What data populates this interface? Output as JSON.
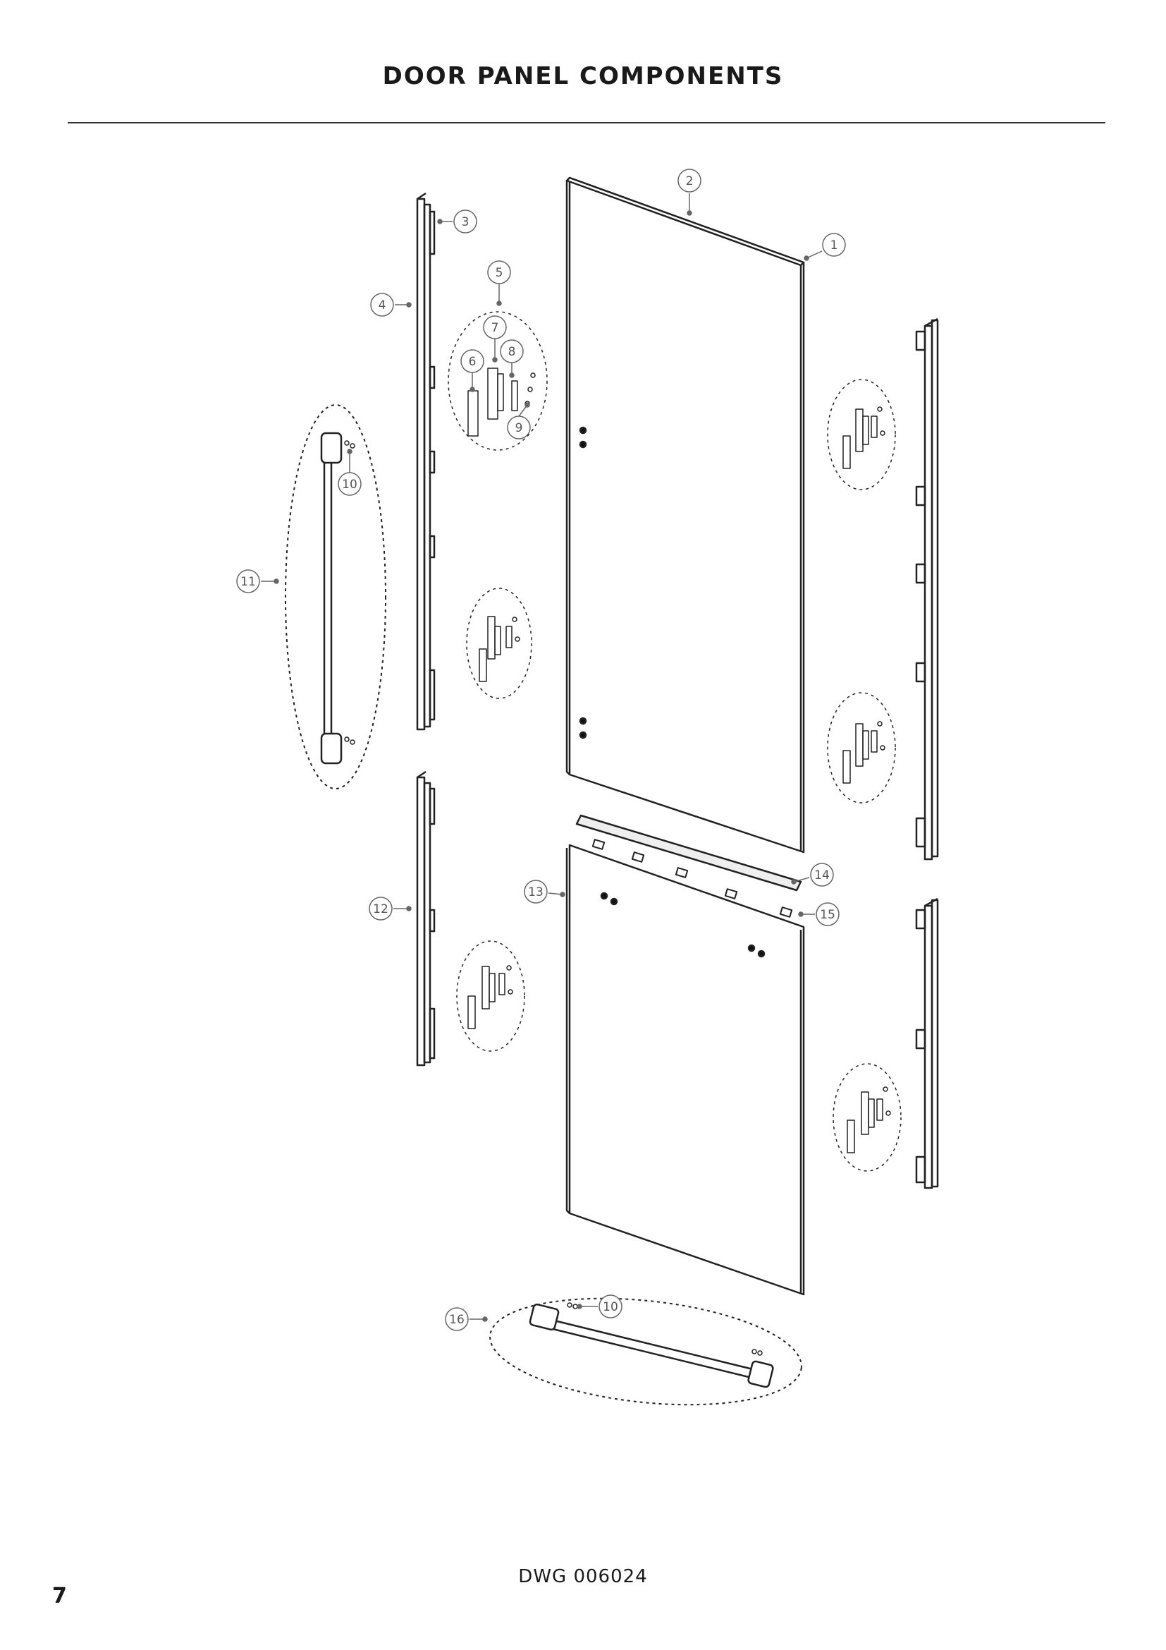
{
  "title": "DOOR PANEL COMPONENTS",
  "drawing_number": "DWG 006024",
  "page_number": "7",
  "callouts": [
    {
      "id": "1",
      "label": "1"
    },
    {
      "id": "2",
      "label": "2"
    },
    {
      "id": "3",
      "label": "3"
    },
    {
      "id": "4",
      "label": "4"
    },
    {
      "id": "5",
      "label": "5"
    },
    {
      "id": "6",
      "label": "6"
    },
    {
      "id": "7",
      "label": "7"
    },
    {
      "id": "8",
      "label": "8"
    },
    {
      "id": "9",
      "label": "9"
    },
    {
      "id": "10a",
      "label": "10"
    },
    {
      "id": "11",
      "label": "11"
    },
    {
      "id": "12",
      "label": "12"
    },
    {
      "id": "13",
      "label": "13"
    },
    {
      "id": "14",
      "label": "14"
    },
    {
      "id": "15",
      "label": "15"
    },
    {
      "id": "10b",
      "label": "10"
    },
    {
      "id": "16",
      "label": "16"
    }
  ]
}
